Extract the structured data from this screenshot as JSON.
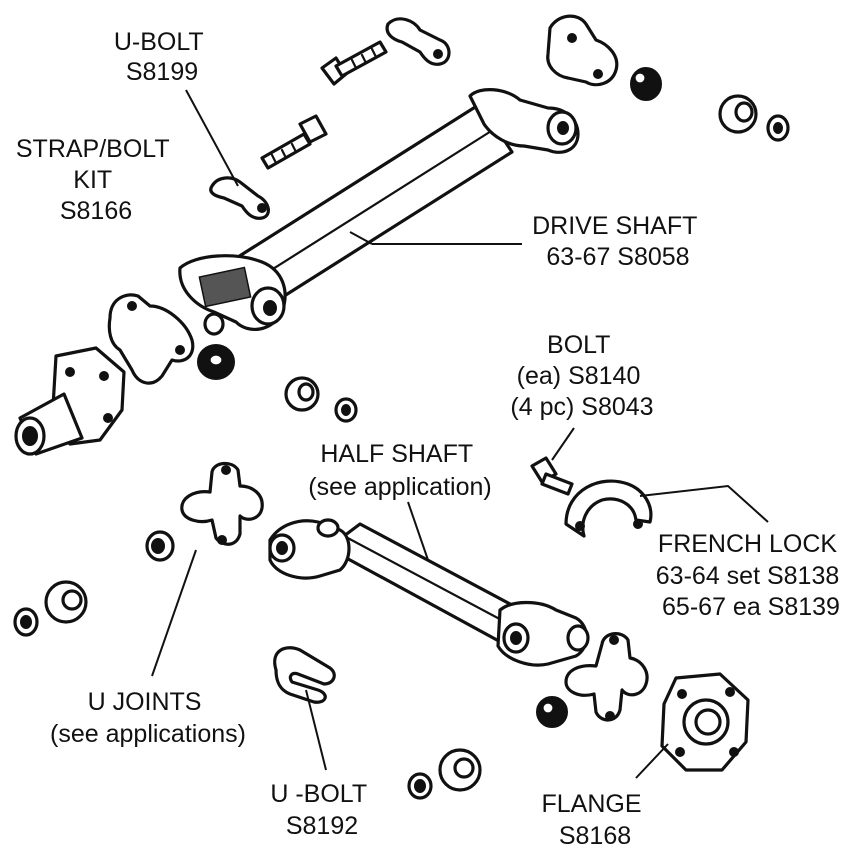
{
  "colors": {
    "ink": "#111111",
    "background": "#ffffff"
  },
  "labels": {
    "ubolt_top": {
      "line1": "U-BOLT",
      "line2": "S8199"
    },
    "strap_bolt_kit": {
      "line1": "STRAP/BOLT",
      "line2": "KIT",
      "line3": "S8166"
    },
    "drive_shaft": {
      "line1": "DRIVE SHAFT",
      "line2": "63-67  S8058"
    },
    "bolt": {
      "line1": "BOLT",
      "line2": "(ea)  S8140",
      "line3": "(4 pc)  S8043"
    },
    "half_shaft": {
      "line1": "HALF SHAFT",
      "line2": "(see application)"
    },
    "french_lock": {
      "line1": "FRENCH LOCK",
      "line2": "63-64 set S8138",
      "line3": "65-67 ea  S8139"
    },
    "u_joints": {
      "line1": "U JOINTS",
      "line2": "(see applications)"
    },
    "ubolt_bottom": {
      "line1": "U -BOLT",
      "line2": "S8192"
    },
    "flange": {
      "line1": "FLANGE",
      "line2": "S8168"
    }
  }
}
